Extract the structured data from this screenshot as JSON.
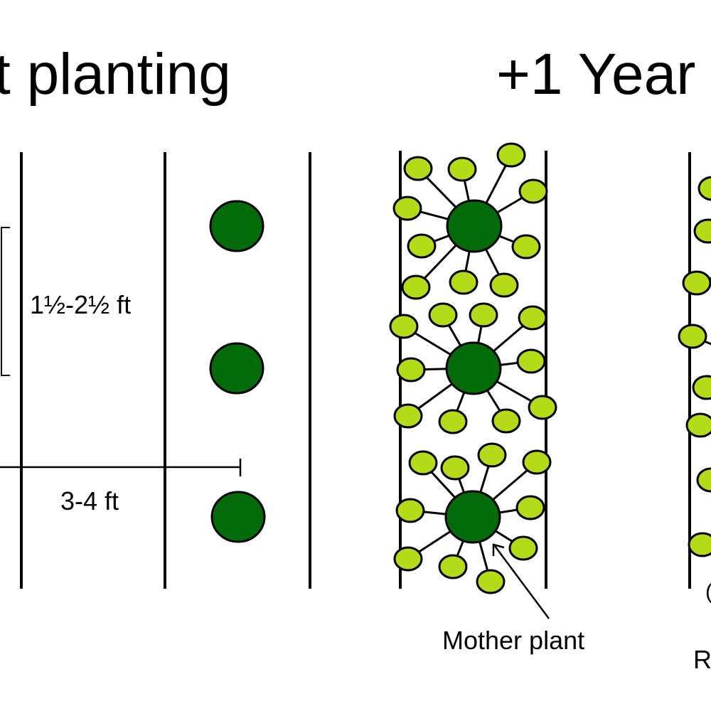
{
  "titles": {
    "left": "t planting",
    "right": "+1 Year"
  },
  "labels": {
    "in_row_spacing": "1½-2½ ft",
    "row_spacing": "3-4 ft",
    "mother_plant": "Mother plant",
    "partial_right_label": "R",
    "partial_right_paren": "("
  },
  "colors": {
    "mother_plant": "#036b0a",
    "runner_plant": "#b3db18",
    "outline": "#000000"
  }
}
